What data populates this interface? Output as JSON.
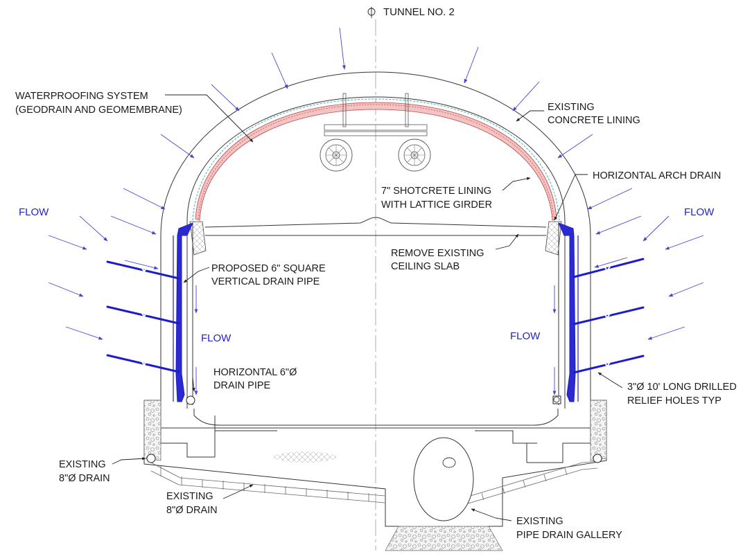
{
  "title": "TUNNEL NO. 2",
  "labels": {
    "waterproofing_1": "WATERPROOFING SYSTEM",
    "waterproofing_2": "(GEODRAIN AND GEOMEMBRANE)",
    "existing_lining_1": "EXISTING",
    "existing_lining_2": "CONCRETE LINING",
    "arch_drain": "HORIZONTAL ARCH DRAIN",
    "shotcrete_1": "7\" SHOTCRETE LINING",
    "shotcrete_2": "WITH LATTICE GIRDER",
    "remove_slab_1": "REMOVE EXISTING",
    "remove_slab_2": "CEILING SLAB",
    "vertical_pipe_1": "PROPOSED 6\" SQUARE",
    "vertical_pipe_2": "VERTICAL DRAIN PIPE",
    "horiz_pipe_1": "HORIZONTAL 6\"Ø",
    "horiz_pipe_2": "DRAIN PIPE",
    "relief_1": "3\"Ø 10' LONG DRILLED",
    "relief_2": "RELIEF HOLES TYP",
    "drain_left_1": "EXISTING",
    "drain_left_2": "8\"Ø DRAIN",
    "drain_mid_1": "EXISTING",
    "drain_mid_2": "8\"Ø DRAIN",
    "gallery_1": "EXISTING",
    "gallery_2": "PIPE DRAIN GALLERY"
  },
  "flow_labels": [
    "FLOW",
    "FLOW",
    "FLOW",
    "FLOW"
  ],
  "colors": {
    "linework": "#333333",
    "drainage": "#1c1cc8",
    "flow_text": "#2323c8",
    "shotcrete_hatch": "#d06060",
    "membrane": "#40b0b0"
  },
  "icons": {
    "centerline": "centerline-symbol"
  }
}
